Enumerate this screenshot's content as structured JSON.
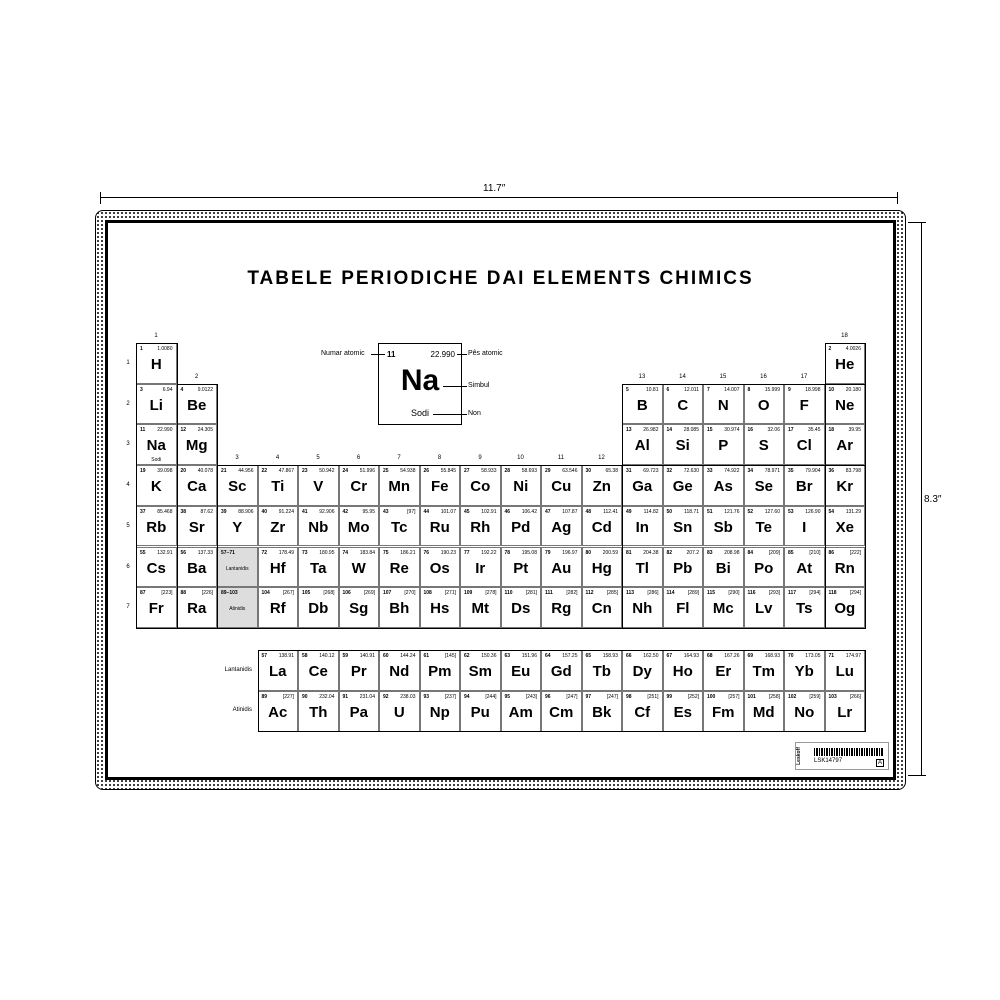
{
  "dimensions": {
    "width": "11.7″",
    "height": "8.3″"
  },
  "title": "TABELE PERIODICHE DAI ELEMENTS CHIMICS",
  "legend": {
    "number": "11",
    "weight": "22.990",
    "symbol": "Na",
    "name": "Sodi",
    "label_number": "Numar atomic",
    "label_weight": "Pês atomic",
    "label_symbol": "Simbul",
    "label_name": "Non"
  },
  "groups": [
    "1",
    "2",
    "3",
    "4",
    "5",
    "6",
    "7",
    "8",
    "9",
    "10",
    "11",
    "12",
    "13",
    "14",
    "15",
    "16",
    "17",
    "18"
  ],
  "periods": [
    "1",
    "2",
    "3",
    "4",
    "5",
    "6",
    "7"
  ],
  "row_labels": {
    "lanthanides": "Lantanidis",
    "actinides": "Atinidis"
  },
  "placeholders": [
    {
      "range": "57–71",
      "label": "Lantanidis",
      "period": 6
    },
    {
      "range": "89–103",
      "label": "Atinidis",
      "period": 7
    }
  ],
  "elements": [
    [
      1,
      "H",
      "1.0080",
      1,
      1
    ],
    [
      2,
      "He",
      "4.0026",
      1,
      18
    ],
    [
      3,
      "Li",
      "6.94",
      2,
      1
    ],
    [
      4,
      "Be",
      "9.0122",
      2,
      2
    ],
    [
      5,
      "B",
      "10.81",
      2,
      13
    ],
    [
      6,
      "C",
      "12.011",
      2,
      14
    ],
    [
      7,
      "N",
      "14.007",
      2,
      15
    ],
    [
      8,
      "O",
      "15.999",
      2,
      16
    ],
    [
      9,
      "F",
      "18.998",
      2,
      17
    ],
    [
      10,
      "Ne",
      "20.180",
      2,
      18
    ],
    [
      11,
      "Na",
      "22.990",
      3,
      1,
      "Sodi"
    ],
    [
      12,
      "Mg",
      "24.305",
      3,
      2
    ],
    [
      13,
      "Al",
      "26.982",
      3,
      13
    ],
    [
      14,
      "Si",
      "28.085",
      3,
      14
    ],
    [
      15,
      "P",
      "30.974",
      3,
      15
    ],
    [
      16,
      "S",
      "32.06",
      3,
      16
    ],
    [
      17,
      "Cl",
      "35.45",
      3,
      17
    ],
    [
      18,
      "Ar",
      "39.95",
      3,
      18
    ],
    [
      19,
      "K",
      "39.098",
      4,
      1
    ],
    [
      20,
      "Ca",
      "40.078",
      4,
      2
    ],
    [
      21,
      "Sc",
      "44.956",
      4,
      3
    ],
    [
      22,
      "Ti",
      "47.867",
      4,
      4
    ],
    [
      23,
      "V",
      "50.942",
      4,
      5
    ],
    [
      24,
      "Cr",
      "51.996",
      4,
      6
    ],
    [
      25,
      "Mn",
      "54.938",
      4,
      7
    ],
    [
      26,
      "Fe",
      "55.845",
      4,
      8
    ],
    [
      27,
      "Co",
      "58.933",
      4,
      9
    ],
    [
      28,
      "Ni",
      "58.693",
      4,
      10
    ],
    [
      29,
      "Cu",
      "63.546",
      4,
      11
    ],
    [
      30,
      "Zn",
      "65.38",
      4,
      12
    ],
    [
      31,
      "Ga",
      "69.723",
      4,
      13
    ],
    [
      32,
      "Ge",
      "72.630",
      4,
      14
    ],
    [
      33,
      "As",
      "74.922",
      4,
      15
    ],
    [
      34,
      "Se",
      "78.971",
      4,
      16
    ],
    [
      35,
      "Br",
      "79.904",
      4,
      17
    ],
    [
      36,
      "Kr",
      "83.798",
      4,
      18
    ],
    [
      37,
      "Rb",
      "85.468",
      5,
      1
    ],
    [
      38,
      "Sr",
      "87.62",
      5,
      2
    ],
    [
      39,
      "Y",
      "88.906",
      5,
      3
    ],
    [
      40,
      "Zr",
      "91.224",
      5,
      4
    ],
    [
      41,
      "Nb",
      "92.906",
      5,
      5
    ],
    [
      42,
      "Mo",
      "95.95",
      5,
      6
    ],
    [
      43,
      "Tc",
      "[97]",
      5,
      7
    ],
    [
      44,
      "Ru",
      "101.07",
      5,
      8
    ],
    [
      45,
      "Rh",
      "102.91",
      5,
      9
    ],
    [
      46,
      "Pd",
      "106.42",
      5,
      10
    ],
    [
      47,
      "Ag",
      "107.87",
      5,
      11
    ],
    [
      48,
      "Cd",
      "112.41",
      5,
      12
    ],
    [
      49,
      "In",
      "114.82",
      5,
      13
    ],
    [
      50,
      "Sn",
      "118.71",
      5,
      14
    ],
    [
      51,
      "Sb",
      "121.76",
      5,
      15
    ],
    [
      52,
      "Te",
      "127.60",
      5,
      16
    ],
    [
      53,
      "I",
      "126.90",
      5,
      17
    ],
    [
      54,
      "Xe",
      "131.29",
      5,
      18
    ],
    [
      55,
      "Cs",
      "132.91",
      6,
      1
    ],
    [
      56,
      "Ba",
      "137.33",
      6,
      2
    ],
    [
      72,
      "Hf",
      "178.49",
      6,
      4
    ],
    [
      73,
      "Ta",
      "180.95",
      6,
      5
    ],
    [
      74,
      "W",
      "183.84",
      6,
      6
    ],
    [
      75,
      "Re",
      "186.21",
      6,
      7
    ],
    [
      76,
      "Os",
      "190.23",
      6,
      8
    ],
    [
      77,
      "Ir",
      "192.22",
      6,
      9
    ],
    [
      78,
      "Pt",
      "195.08",
      6,
      10
    ],
    [
      79,
      "Au",
      "196.97",
      6,
      11
    ],
    [
      80,
      "Hg",
      "200.59",
      6,
      12
    ],
    [
      81,
      "Tl",
      "204.38",
      6,
      13
    ],
    [
      82,
      "Pb",
      "207.2",
      6,
      14
    ],
    [
      83,
      "Bi",
      "208.98",
      6,
      15
    ],
    [
      84,
      "Po",
      "[209]",
      6,
      16
    ],
    [
      85,
      "At",
      "[210]",
      6,
      17
    ],
    [
      86,
      "Rn",
      "[222]",
      6,
      18
    ],
    [
      87,
      "Fr",
      "[223]",
      7,
      1
    ],
    [
      88,
      "Ra",
      "[226]",
      7,
      2
    ],
    [
      104,
      "Rf",
      "[267]",
      7,
      4
    ],
    [
      105,
      "Db",
      "[268]",
      7,
      5
    ],
    [
      106,
      "Sg",
      "[269]",
      7,
      6
    ],
    [
      107,
      "Bh",
      "[270]",
      7,
      7
    ],
    [
      108,
      "Hs",
      "[271]",
      7,
      8
    ],
    [
      109,
      "Mt",
      "[278]",
      7,
      9
    ],
    [
      110,
      "Ds",
      "[281]",
      7,
      10
    ],
    [
      111,
      "Rg",
      "[282]",
      7,
      11
    ],
    [
      112,
      "Cn",
      "[285]",
      7,
      12
    ],
    [
      113,
      "Nh",
      "[286]",
      7,
      13
    ],
    [
      114,
      "Fl",
      "[289]",
      7,
      14
    ],
    [
      115,
      "Mc",
      "[290]",
      7,
      15
    ],
    [
      116,
      "Lv",
      "[293]",
      7,
      16
    ],
    [
      117,
      "Ts",
      "[294]",
      7,
      17
    ],
    [
      118,
      "Og",
      "[294]",
      7,
      18
    ]
  ],
  "lanthanides": [
    [
      57,
      "La",
      "138.91"
    ],
    [
      58,
      "Ce",
      "140.12"
    ],
    [
      59,
      "Pr",
      "140.91"
    ],
    [
      60,
      "Nd",
      "144.24"
    ],
    [
      61,
      "Pm",
      "[145]"
    ],
    [
      62,
      "Sm",
      "150.36"
    ],
    [
      63,
      "Eu",
      "151.96"
    ],
    [
      64,
      "Gd",
      "157.25"
    ],
    [
      65,
      "Tb",
      "158.93"
    ],
    [
      66,
      "Dy",
      "162.50"
    ],
    [
      67,
      "Ho",
      "164.93"
    ],
    [
      68,
      "Er",
      "167.26"
    ],
    [
      69,
      "Tm",
      "168.93"
    ],
    [
      70,
      "Yb",
      "173.05"
    ],
    [
      71,
      "Lu",
      "174.97"
    ]
  ],
  "actinides": [
    [
      89,
      "Ac",
      "[227]"
    ],
    [
      90,
      "Th",
      "232.04"
    ],
    [
      91,
      "Pa",
      "231.04"
    ],
    [
      92,
      "U",
      "238.03"
    ],
    [
      93,
      "Np",
      "[237]"
    ],
    [
      94,
      "Pu",
      "[244]"
    ],
    [
      95,
      "Am",
      "[243]"
    ],
    [
      96,
      "Cm",
      "[247]"
    ],
    [
      97,
      "Bk",
      "[247]"
    ],
    [
      98,
      "Cf",
      "[251]"
    ],
    [
      99,
      "Es",
      "[252]"
    ],
    [
      100,
      "Fm",
      "[257]"
    ],
    [
      101,
      "Md",
      "[258]"
    ],
    [
      102,
      "No",
      "[259]"
    ],
    [
      103,
      "Lr",
      "[266]"
    ]
  ],
  "label_tag": {
    "brand": "Leskoff",
    "code": "LSK14797",
    "variant": "A"
  }
}
